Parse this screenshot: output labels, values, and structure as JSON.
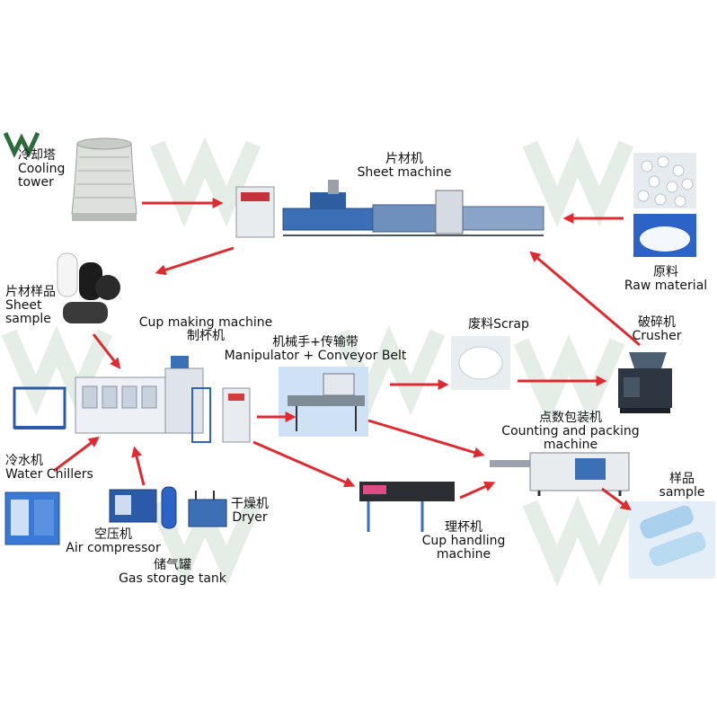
{
  "colors": {
    "arrow": "#e02a2f",
    "machine_body": "#e8ecf1",
    "machine_blue": "#2b5aa8",
    "watermark": "#9fc1a6"
  },
  "logo": {
    "text": "W"
  },
  "nodes": {
    "cooling_tower": {
      "zh": "冷却塔",
      "en1": "Cooling",
      "en2": "tower"
    },
    "sheet_machine": {
      "zh": "片材机",
      "en": "Sheet machine"
    },
    "raw_material": {
      "zh": "原料",
      "en": "Raw material"
    },
    "sheet_sample": {
      "zh": "片材样品",
      "en1": "Sheet",
      "en2": "sample"
    },
    "cup_making": {
      "en": "Cup making machine",
      "zh": "制杯机"
    },
    "manipulator": {
      "zh": "机械手+传输带",
      "en": "Manipulator + Conveyor Belt"
    },
    "scrap": {
      "text": "废料Scrap"
    },
    "crusher": {
      "zh": "破碎机",
      "en": "Crusher"
    },
    "counting_packing": {
      "zh": "点数包装机",
      "en1": "Counting and packing",
      "en2": "machine"
    },
    "sample": {
      "zh": "样品",
      "en": "sample"
    },
    "water_chillers": {
      "zh": "冷水机",
      "en": "Water Chillers"
    },
    "dryer": {
      "zh": "干燥机",
      "en": "Dryer"
    },
    "air_compressor": {
      "zh": "空压机",
      "en": "Air compressor"
    },
    "gas_tank": {
      "zh": "储气罐",
      "en": "Gas storage tank"
    },
    "cup_handling": {
      "zh": "理杯机",
      "en1": "Cup handling",
      "en2": "machine"
    }
  }
}
